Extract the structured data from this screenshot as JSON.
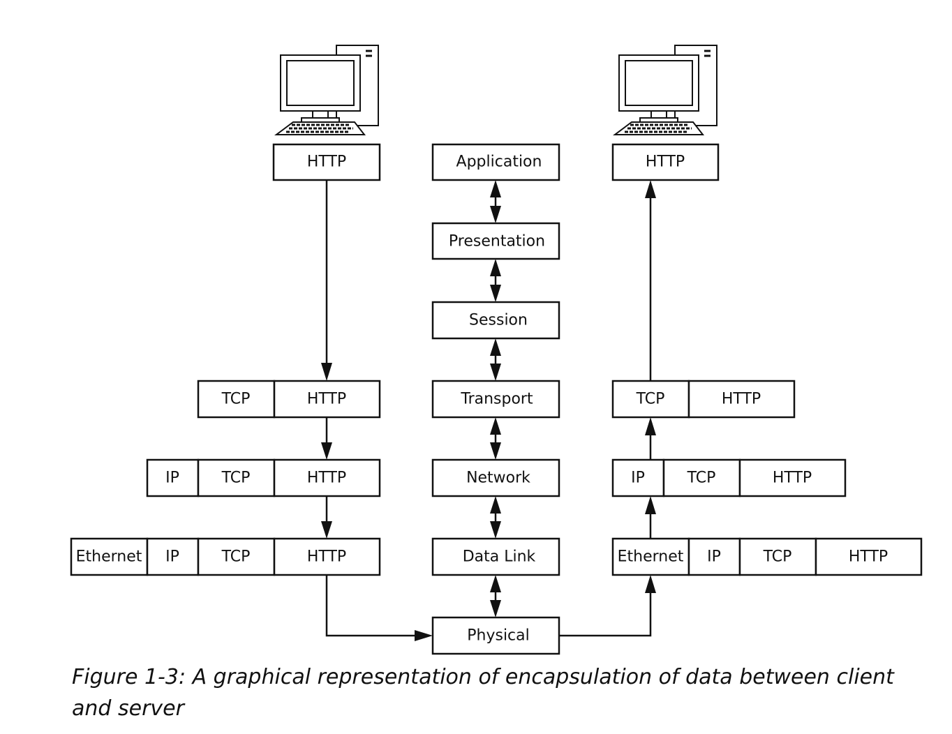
{
  "client": {
    "application": "HTTP",
    "transport": [
      "TCP",
      "HTTP"
    ],
    "network": [
      "IP",
      "TCP",
      "HTTP"
    ],
    "datalink": [
      "Ethernet",
      "IP",
      "TCP",
      "HTTP"
    ]
  },
  "osi_layers": [
    "Application",
    "Presentation",
    "Session",
    "Transport",
    "Network",
    "Data Link",
    "Physical"
  ],
  "server": {
    "application": "HTTP",
    "transport": [
      "TCP",
      "HTTP"
    ],
    "network": [
      "IP",
      "TCP",
      "HTTP"
    ],
    "datalink": [
      "Ethernet",
      "IP",
      "TCP",
      "HTTP"
    ]
  },
  "caption": "Figure 1-3: A graphical representation of encapsulation of data between client and server"
}
